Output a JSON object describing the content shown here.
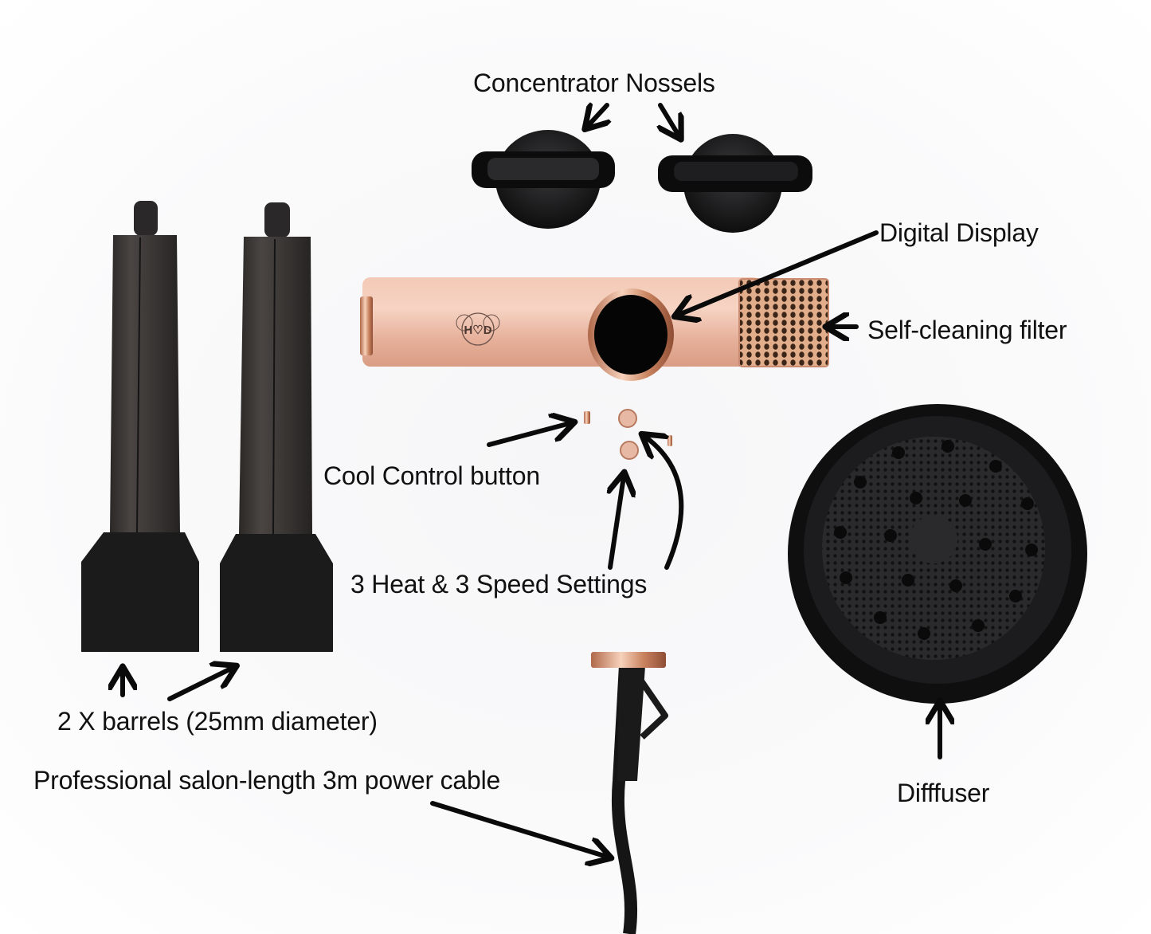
{
  "diagram": {
    "subject": "Hair dryer with attachments",
    "brand_logo_text": "H♡D",
    "labels": {
      "concentrator": "Concentrator Nossels",
      "digital_display": "Digital Display",
      "filter": "Self-cleaning filter",
      "cool_button": "Cool Control button",
      "settings": "3 Heat & 3 Speed Settings",
      "barrels": "2 X barrels (25mm diameter)",
      "cable": "Professional salon-length 3m power cable",
      "diffuser": "Difffuser"
    },
    "colors": {
      "background": "#fafafb",
      "rose_gold": "#e9b8a3",
      "rose_gold_dark": "#c98a6f",
      "attachment_black": "#1a1a1a",
      "barrel_gunmetal": "#3e3a38",
      "arrow": "#0a0a0a",
      "text": "#111111"
    }
  }
}
